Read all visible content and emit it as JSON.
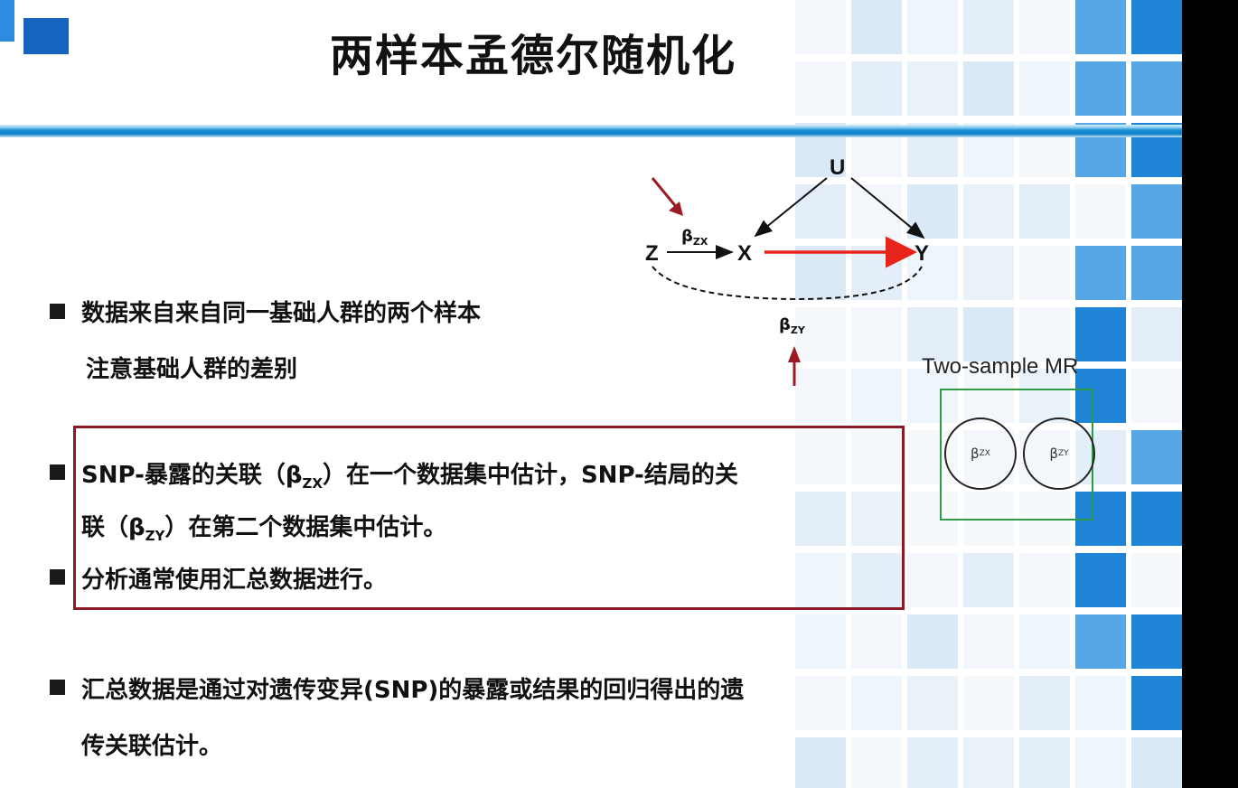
{
  "slide": {
    "title": "两样本孟德尔随机化",
    "bullets": [
      {
        "line1": "数据来自来自同一基础人群的两个样本",
        "line2": "注意基础人群的差别"
      },
      {
        "l1_a": "SNP-暴露的关联（β",
        "l1_sub": "ZX",
        "l1_b": "）在一个数据集中估计，SNP-结局的关",
        "l2_a": "联（β",
        "l2_sub": "ZY",
        "l2_b": "）在第二个数据集中估计。"
      },
      {
        "line1": "分析通常使用汇总数据进行。"
      },
      {
        "line1": "汇总数据是通过对遗传变异(SNP)的暴露或结果的回归得出的遗",
        "line2": "传关联估计。"
      }
    ]
  },
  "diagram": {
    "node_u": "U",
    "node_z": "Z",
    "node_x": "X",
    "node_y": "Y",
    "beta_symbol": "β",
    "label_zx_sub": "ZX",
    "label_zy_sub": "ZY",
    "colors": {
      "causal_arrow": "#e8231c",
      "pointer_arrow": "#9b1b24"
    }
  },
  "mr_panel": {
    "label": "Two-sample MR",
    "circle_left_beta": "β",
    "circle_left_sub": "ZX",
    "circle_right_beta": "β",
    "circle_right_sub": "ZY",
    "border_color": "#2e9c47"
  },
  "theme": {
    "accent_blue": "#1478c8",
    "highlight_border": "#8b1a24"
  }
}
